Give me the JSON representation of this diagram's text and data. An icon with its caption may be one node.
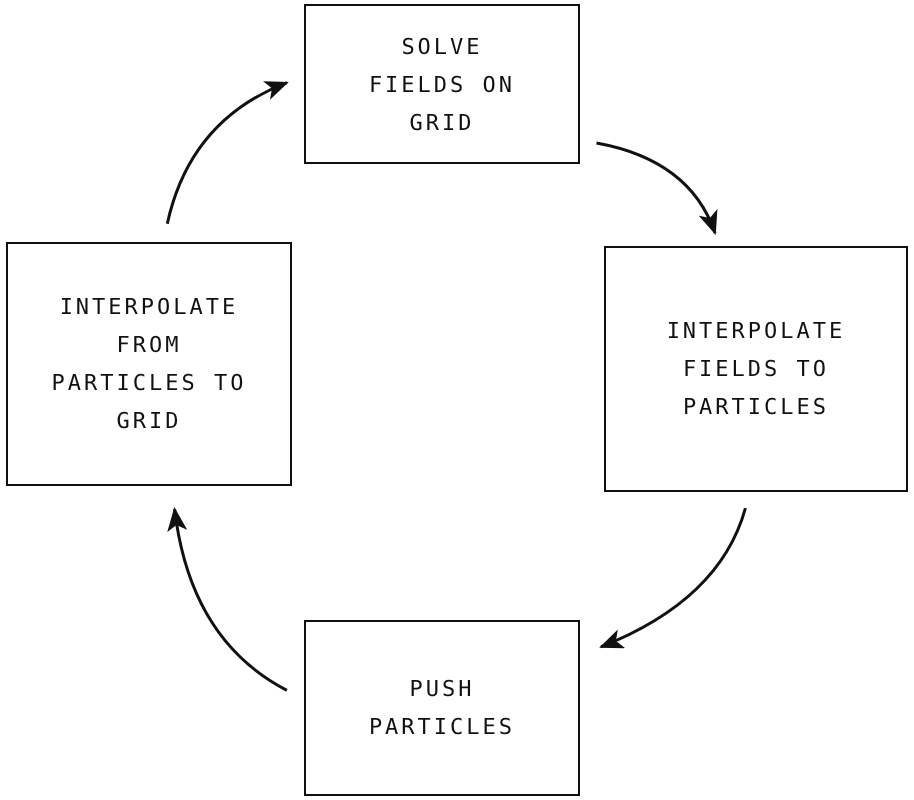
{
  "diagram": {
    "nodes": [
      {
        "text": [
          "SOLVE FIELDS ON GRID"
        ]
      },
      {
        "text": [
          "INTERPOLATE FIELDS TO PARTICLES"
        ]
      },
      {
        "text": [
          "PUSH PARTICLES"
        ]
      },
      {
        "text": [
          "INTERPOLATE FROM PARTICLES TO GRID"
        ]
      }
    ],
    "edges": [
      {
        "from": 0,
        "to": 1,
        "arrow": "to"
      },
      {
        "from": 1,
        "to": 2,
        "arrow": "to"
      },
      {
        "from": 2,
        "to": 3,
        "arrow": "to"
      },
      {
        "from": 3,
        "to": 0,
        "arrow": "to"
      }
    ]
  }
}
